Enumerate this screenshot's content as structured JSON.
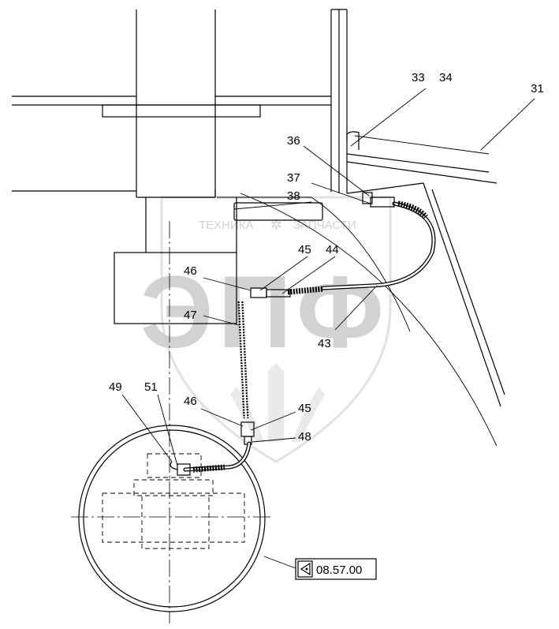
{
  "watermark": {
    "top_line_left": "ТЕХНИКА",
    "top_line_right": "ЗАПЧАСТИ",
    "big_letters": "ЭПФ"
  },
  "callouts": [
    {
      "id": "c31",
      "text": "31"
    },
    {
      "id": "c33",
      "text": "33"
    },
    {
      "id": "c34",
      "text": "34"
    },
    {
      "id": "c36",
      "text": "36"
    },
    {
      "id": "c37",
      "text": "37"
    },
    {
      "id": "c38",
      "text": "38"
    },
    {
      "id": "c45a",
      "text": "45"
    },
    {
      "id": "c44",
      "text": "44"
    },
    {
      "id": "c46a",
      "text": "46"
    },
    {
      "id": "c47",
      "text": "47"
    },
    {
      "id": "c43",
      "text": "43"
    },
    {
      "id": "c49",
      "text": "49"
    },
    {
      "id": "c51",
      "text": "51"
    },
    {
      "id": "c46b",
      "text": "46"
    },
    {
      "id": "c45b",
      "text": "45"
    },
    {
      "id": "c48",
      "text": "48"
    }
  ],
  "reference": {
    "text": "08.57.00"
  },
  "colors": {
    "line": "#000000",
    "watermark": "#d0d0d0"
  }
}
